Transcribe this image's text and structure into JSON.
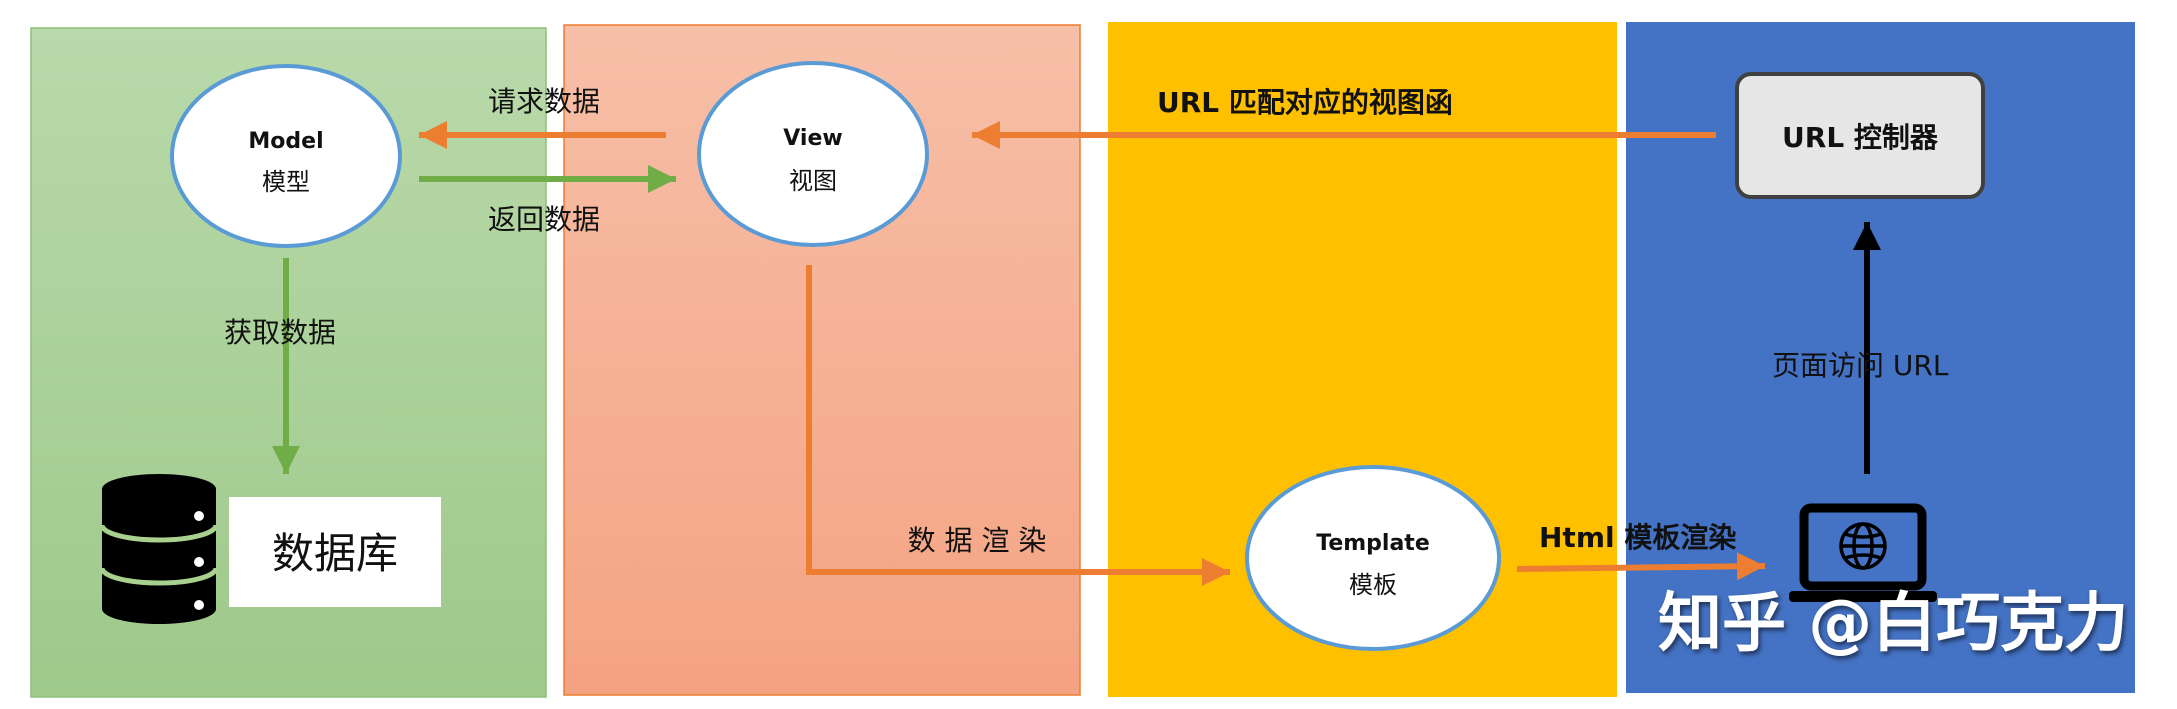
{
  "diagram": {
    "nodes": {
      "model": {
        "title": "Model",
        "subtitle": "模型"
      },
      "view": {
        "title": "View",
        "subtitle": "视图"
      },
      "template": {
        "title": "Template",
        "subtitle": "模板"
      },
      "url_controller": {
        "label": "URL 控制器"
      },
      "database": {
        "label": "数据库",
        "icon": "database-icon"
      },
      "browser": {
        "icon": "laptop-globe-icon"
      }
    },
    "edges": {
      "request_data": "请求数据",
      "return_data": "返回数据",
      "fetch_data": "获取数据",
      "url_match": "URL 匹配对应的视图函",
      "data_render": "数 据 渲 染",
      "html_render": "Html 模板渲染",
      "page_visit": "页面访问 URL"
    },
    "watermark": "知乎 @白巧克力"
  },
  "colors": {
    "model_panel_top": "#b9d9aa",
    "model_panel_bottom": "#9ec98b",
    "view_panel_top": "#f7bfa8",
    "view_panel_bottom": "#f4a382",
    "template_panel": "#ffc000",
    "url_panel": "#4472c4",
    "ellipse_border": "#5b9bd5",
    "orange_arrow": "#ed7d31",
    "green_arrow": "#70ad47",
    "black_arrow": "#000000",
    "url_controller_fill": "#e7e6e6"
  }
}
